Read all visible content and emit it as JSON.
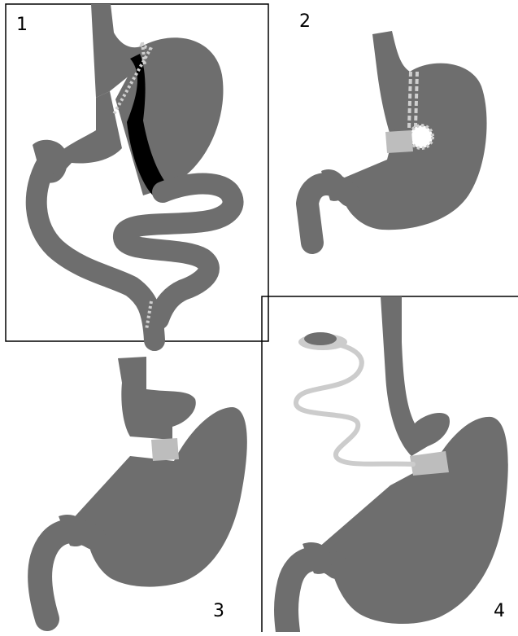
{
  "panels": [
    {
      "label": "1"
    },
    {
      "label": "2"
    },
    {
      "label": "3"
    },
    {
      "label": "4"
    }
  ],
  "colors": {
    "organ": "#6e6e6e",
    "bypass_limb": "#000000",
    "band": "#bdbdbd",
    "staple_line": "#cfcfcf",
    "frame": "#000000",
    "background": "#ffffff"
  }
}
